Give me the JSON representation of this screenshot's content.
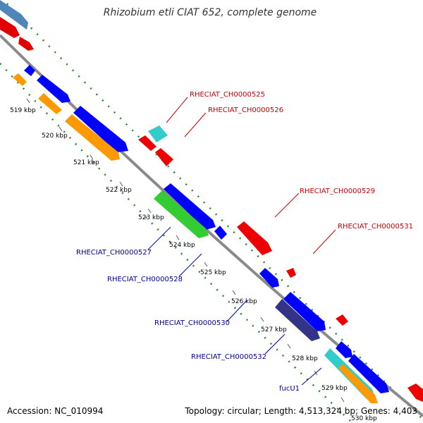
{
  "title": "Rhizobium etli CIAT 652, complete genome",
  "footer": {
    "accession": "Accession: NC_010994",
    "topology": "Topology: circular; Length: 4,513,324 bp; Genes: 4,403"
  },
  "ticks": [
    "519 kbp",
    "520 kbp",
    "521 kbp",
    "522 kbp",
    "523 kbp",
    "524 kbp",
    "525 kbp",
    "526 kbp",
    "527 kbp",
    "528 kbp",
    "529 kbp",
    "530 kbp"
  ],
  "labels_top": [
    "RHECIAT_CH0000525",
    "RHECIAT_CH0000526",
    "RHECIAT_CH0000529",
    "RHECIAT_CH0000531"
  ],
  "labels_bottom": [
    "RHECIAT_CH0000527",
    "RHECIAT_CH0000528",
    "RHECIAT_CH0000530",
    "RHECIAT_CH0000532",
    "fucU1"
  ],
  "colors": {
    "backbone": "#808080",
    "red": "#ff0000",
    "blue": "#0000ff",
    "orange": "#ff9900",
    "cyan": "#33cccc",
    "green": "#33cc33",
    "darkblue": "#333388",
    "steel": "#4f86b8",
    "dots": "#228822"
  }
}
